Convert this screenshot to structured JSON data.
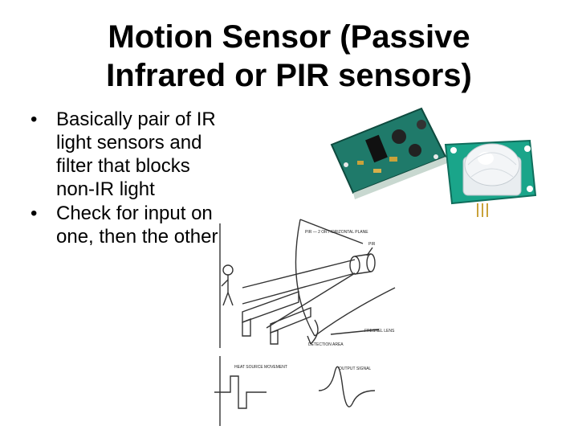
{
  "slide": {
    "title_line1": "Motion Sensor (Passive",
    "title_line2": "Infrared or PIR sensors)",
    "bullets": [
      "Basically pair of IR light sensors and filter that blocks non-IR light",
      "Check for input on one, then the other"
    ],
    "bullet_glyph": "•"
  },
  "figure": {
    "diagram_labels": {
      "plane": "PIR — 2 OR HORIZONTAL PLANE",
      "pir": "PIR",
      "lens": "FRESNEL LENS",
      "area": "DETECTION AREA",
      "movement": "HEAT SOURCE MOVEMENT",
      "output": "OUTPUT SIGNAL"
    }
  }
}
